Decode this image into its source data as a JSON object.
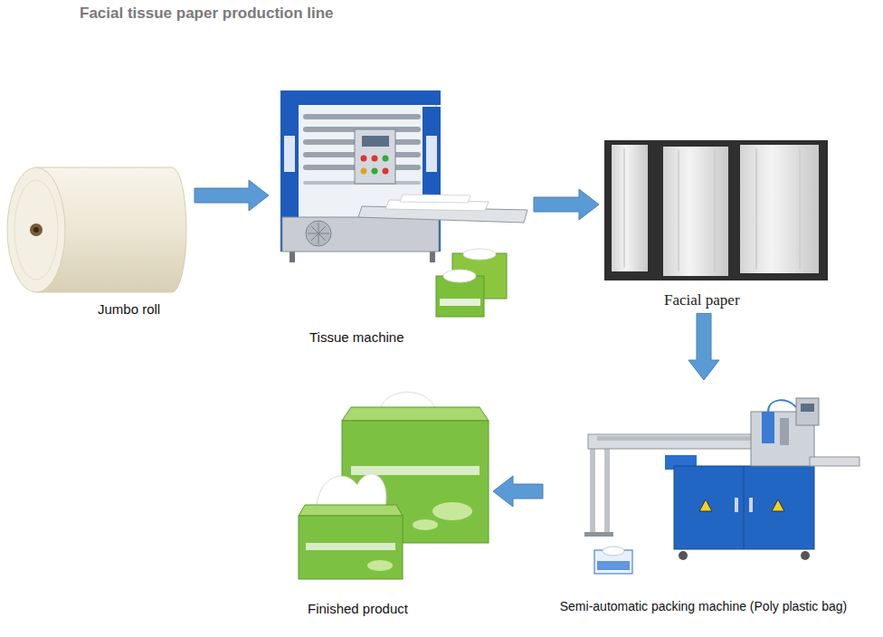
{
  "diagram": {
    "title": "Facial tissue paper production line",
    "nodes": [
      {
        "text": [
          "Jumbo roll"
        ]
      },
      {
        "text": [
          "Tissue machine"
        ]
      },
      {
        "text": [
          "Facial paper"
        ]
      },
      {
        "text": [
          "Semi-automatic packing machine (Poly plastic bag)"
        ]
      },
      {
        "text": [
          "Finished product"
        ]
      }
    ],
    "edges": [
      {
        "from": 0,
        "to": 1,
        "arrow": "to"
      },
      {
        "from": 1,
        "to": 2,
        "arrow": "to"
      },
      {
        "from": 2,
        "to": 3,
        "arrow": "to"
      },
      {
        "from": 3,
        "to": 4,
        "arrow": "to"
      }
    ]
  }
}
